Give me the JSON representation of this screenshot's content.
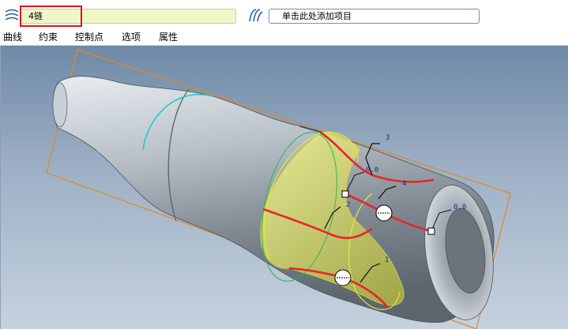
{
  "toolbar": {
    "chain_value": "4链",
    "add_item_label": "单击此处添加项目"
  },
  "tabs": [
    "曲线",
    "约束",
    "控制点",
    "选项",
    "属性"
  ],
  "dimensions": {
    "label_3": "3",
    "label_2": "2",
    "label_4": "4",
    "label_1": "1",
    "value_a": "0.0",
    "value_b": "0.0"
  },
  "colors": {
    "accent_red": "#e0161c",
    "field_bg": "#eef7c8",
    "frame_orange": "#e08a1e",
    "surface_yellow": "#d9da6e",
    "curve_red": "#e8252a",
    "curve_cyan": "#27c9c9"
  }
}
